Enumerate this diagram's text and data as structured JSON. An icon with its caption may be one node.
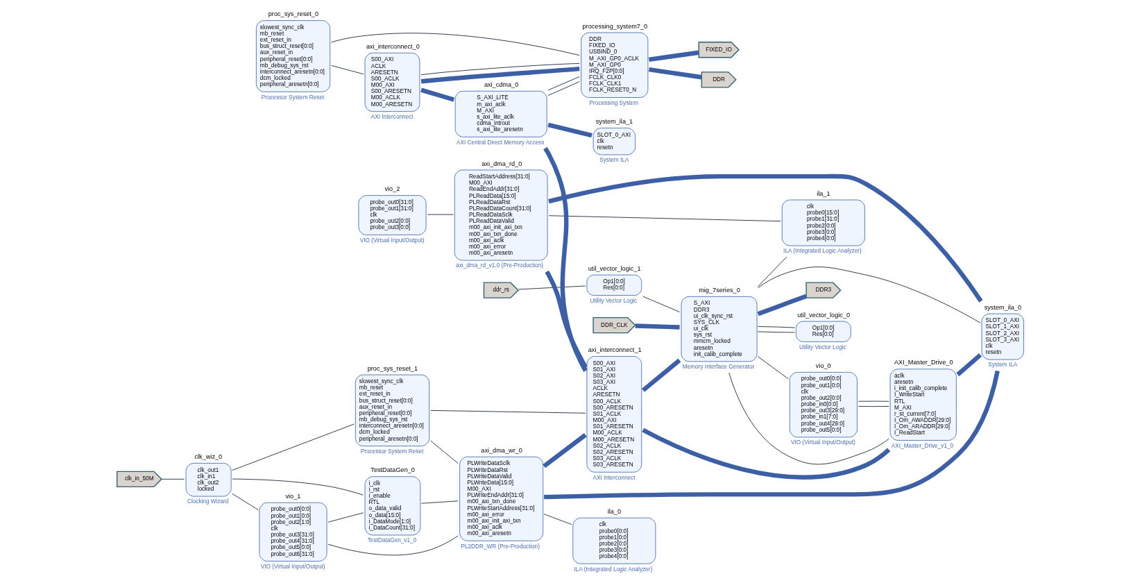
{
  "diagram": {
    "nodes": [
      {
        "text": [
          "proc_sys_reset_0",
          "slowest_sync_clk",
          "mb_reset",
          "ext_reset_in",
          "bus_struct_reset[0:0]",
          "aux_reset_in",
          "peripheral_reset[0:0]",
          "mb_debug_sys_rst",
          "interconnect_aresetn[0:0]",
          "dcm_locked",
          "peripheral_aresetn[0:0]",
          "Processor System Reset"
        ]
      },
      {
        "text": [
          "processing_system7_0",
          "DDR",
          "FIXED_IO",
          "USBIND_0",
          "M_AXI_GP0_ACLK",
          "M_AXI_GP0",
          "IRQ_F2P[0:0]",
          "FCLK_CLK0",
          "FCLK_CLK1",
          "FCLK_RESET0_N",
          "Processing System"
        ]
      },
      {
        "text": [
          "DDR_CLK"
        ]
      },
      {
        "text": [
          "clk_in_50M"
        ]
      },
      {
        "text": [
          "clk_wiz_0",
          "clk_out1",
          "clk_in1",
          "clk_out2",
          "locked",
          "Clocking Wizard"
        ]
      },
      {
        "text": [
          "ddr_rs"
        ]
      },
      {
        "text": [
          "vio_0",
          "probe_out0[0:0]",
          "probe_out1[0:0]",
          "clk",
          "probe_out2[0:0]",
          "probe_in0[0:0]",
          "probe_out3[29:0]",
          "probe_in1[7:0]",
          "probe_out4[29:0]",
          "probe_out5[0:0]",
          "VIO (Virtual Input/Output)"
        ]
      },
      {
        "text": [
          "vio_2",
          "probe_out0[31:0]",
          "probe_out1[31:0]",
          "clk",
          "probe_out2[0:0]",
          "probe_out3[0:0]",
          "VIO (Virtual Input/Output)"
        ]
      },
      {
        "text": [
          "axi_interconnect_0",
          "S00_AXI",
          "ACLK",
          "ARESETN",
          "S00_ACLK",
          "M00_AXI",
          "S00_ARESETN",
          "M00_ACLK",
          "M00_ARESETN",
          "AXI Interconnect"
        ]
      },
      {
        "text": [
          "proc_sys_reset_1",
          "slowest_sync_clk",
          "mb_reset",
          "ext_reset_in",
          "bus_struct_reset[0:0]",
          "aux_reset_in",
          "peripheral_reset[0:0]",
          "mb_debug_sys_rst",
          "interconnect_aresetn[0:0]",
          "dcm_locked",
          "peripheral_aresetn[0:0]",
          "Processor System Reset"
        ]
      },
      {
        "text": [
          "vio_1",
          "probe_out0[0:0]",
          "probe_out1[0:0]",
          "probe_out2[1:0]",
          "clk",
          "probe_out3[31:0]",
          "probe_out4[31:0]",
          "probe_out5[0:0]",
          "probe_out6[31:0]",
          "VIO (Virtual Input/Output)"
        ]
      },
      {
        "text": [
          "TestDataGen_0",
          "i_clk",
          "i_rst",
          "i_enable",
          "RTL",
          "o_data_valid",
          "o_data[15:0]",
          "i_DataMode[1:0]",
          "i_DataCount[31:0]",
          "TestDataGen_v1_0"
        ]
      },
      {
        "text": [
          "AXI_Master_Drive_0",
          "aclk",
          "aresetn",
          "i_init_calib_complete",
          "I_WriteStart",
          "RTL",
          "M_AXI",
          "r_st_current[7:0]",
          "I_Om_AWADDR[29:0]",
          "I_Om_ARADDR[29:0]",
          "I_ReadStart",
          "AXI_Master_Drive_v1_0"
        ]
      },
      {
        "text": [
          "axi_dma_rd_0",
          "ReadStartAddress[31:0]",
          "M00_AXI",
          "ReadEndAddr[31:0]",
          "PLReadData[15:0]",
          "PLReadDataRst",
          "PLReadDataCount[31:0]",
          "PLReadDataSclk",
          "PLReadDataValid",
          "m00_axi_init_axi_txn",
          "m00_axi_txn_done",
          "m00_axi_aclk",
          "m00_axi_error",
          "m00_axi_aresetn",
          "axi_dma_rd_v1.0 (Pre-Production)"
        ]
      },
      {
        "text": [
          "axi_cdma_0",
          "S_AXI_LITE",
          "m_axi_aclk",
          "M_AXI",
          "s_axi_lite_aclk",
          "cdma_introut",
          "s_axi_lite_aresetn",
          "AXI Central Direct Memory Access"
        ]
      },
      {
        "text": [
          "axi_dma_wr_0",
          "PLWriteDataSclk",
          "PLWriteDataRst",
          "PLWriteDataValid",
          "PLWriteData[15:0]",
          "M00_AXI",
          "PLWriteEndAddr[31:0]",
          "m00_axi_txn_done",
          "PLWriteStartAddress[31:0]",
          "m00_axi_error",
          "m00_axi_init_axi_txn",
          "m00_axi_aclk",
          "m00_axi_aresetn",
          "PL2DDR_WR (Pre-Production)"
        ]
      },
      {
        "text": [
          "system_ila_1",
          "SLOT_0_AXI",
          "clk",
          "resetn",
          "System ILA"
        ]
      },
      {
        "text": [
          "ila_1",
          "clk",
          "probe0[15:0]",
          "probe1[31:0]",
          "probe2[0:0]",
          "probe3[0:0]",
          "probe4[0:0]",
          "ILA (Integrated Logic Analyzer)"
        ]
      },
      {
        "text": [
          "axi_interconnect_1",
          "S00_AXI",
          "S01_AXI",
          "S02_AXI",
          "S03_AXI",
          "ACLK",
          "ARESETN",
          "S00_ACLK",
          "S00_ARESETN",
          "S01_ACLK",
          "M00_AXI",
          "S01_ARESETN",
          "M00_ACLK",
          "M00_ARESETN",
          "S02_ACLK",
          "S02_ARESETN",
          "S03_ACLK",
          "S03_ARESETN",
          "AXI Interconnect"
        ]
      },
      {
        "text": [
          "ila_0",
          "clk",
          "probe0[0:0]",
          "probe1[0:0]",
          "probe2[0:0]",
          "probe3[0:0]",
          "probe4[0:0]",
          "ILA (Integrated Logic Analyzer)"
        ]
      },
      {
        "text": [
          "util_vector_logic_1",
          "Op1[0:0]",
          "Res[0:0]",
          "Utility Vector Logic"
        ]
      },
      {
        "text": [
          "util_vector_logic_0",
          "Op1[0:0]",
          "Res[0:0]",
          "Utility Vector Logic"
        ]
      },
      {
        "text": [
          "system_ila_0",
          "SLOT_0_AXI",
          "SLOT_1_AXI",
          "SLOT_2_AXI",
          "SLOT_3_AXI",
          "clk",
          "resetn",
          "System ILA"
        ]
      },
      {
        "text": [
          "mig_7series_0",
          "S_AXI",
          "DDR3",
          "ui_clk_sync_rst",
          "SYS_CLK",
          "ui_clk",
          "sys_rst",
          "mmcm_locked",
          "aresetn",
          "init_calib_complete",
          "Memory Interface Generator"
        ]
      },
      {
        "text": [
          "DDR"
        ]
      },
      {
        "text": [
          "FIXED_IO"
        ]
      },
      {
        "text": [
          "DDR3"
        ]
      }
    ],
    "edges": [
      {
        "from": 3,
        "to": 4,
        "arrow": "none"
      },
      {
        "from": 2,
        "to": 23,
        "arrow": "none",
        "style": "thick",
        "color": "#3d5fa5"
      },
      {
        "from": 5,
        "to": 20,
        "arrow": "none"
      },
      {
        "from": 4,
        "to": 10,
        "arrow": "none"
      },
      {
        "from": 4,
        "to": 11,
        "arrow": "none"
      },
      {
        "from": 4,
        "to": 9,
        "arrow": "none"
      },
      {
        "from": 1,
        "to": 24,
        "arrow": "none",
        "style": "thick",
        "color": "#3d5fa5"
      },
      {
        "from": 1,
        "to": 25,
        "arrow": "none",
        "style": "thick",
        "color": "#3d5fa5"
      },
      {
        "from": 1,
        "to": 8,
        "arrow": "none",
        "style": "thick",
        "color": "#3d5fa5"
      },
      {
        "from": 1,
        "to": 0,
        "arrow": "none"
      },
      {
        "from": 1,
        "to": 8,
        "arrow": "none"
      },
      {
        "from": 0,
        "to": 8,
        "arrow": "none"
      },
      {
        "from": 8,
        "to": 14,
        "arrow": "none",
        "style": "thick",
        "color": "#3d5fa5"
      },
      {
        "from": 14,
        "to": 1,
        "arrow": "none"
      },
      {
        "from": 14,
        "to": 16,
        "arrow": "none",
        "style": "thick",
        "color": "#3d5fa5"
      },
      {
        "from": 14,
        "to": 18,
        "arrow": "none",
        "style": "thick",
        "color": "#3d5fa5"
      },
      {
        "from": 12,
        "to": 18,
        "arrow": "none",
        "style": "thick",
        "color": "#3d5fa5"
      },
      {
        "from": 12,
        "to": 22,
        "arrow": "none",
        "style": "thick",
        "color": "#3d5fa5"
      },
      {
        "from": 13,
        "to": 18,
        "arrow": "none",
        "style": "thick",
        "color": "#3d5fa5"
      },
      {
        "from": 13,
        "to": 22,
        "arrow": "none",
        "style": "thick",
        "color": "#3d5fa5"
      },
      {
        "from": 15,
        "to": 18,
        "arrow": "none",
        "style": "thick",
        "color": "#3d5fa5"
      },
      {
        "from": 15,
        "to": 22,
        "arrow": "none",
        "style": "thick",
        "color": "#3d5fa5"
      },
      {
        "from": 18,
        "to": 23,
        "arrow": "none",
        "style": "thick",
        "color": "#3d5fa5"
      },
      {
        "from": 23,
        "to": 26,
        "arrow": "none",
        "style": "thick",
        "color": "#3d5fa5"
      },
      {
        "from": 20,
        "to": 23,
        "arrow": "none"
      },
      {
        "from": 21,
        "to": 23,
        "arrow": "none"
      },
      {
        "from": 23,
        "to": 21,
        "arrow": "none"
      },
      {
        "from": 6,
        "to": 12,
        "arrow": "none"
      },
      {
        "from": 12,
        "to": 6,
        "arrow": "none"
      },
      {
        "from": 7,
        "to": 13,
        "arrow": "none"
      },
      {
        "from": 13,
        "to": 17,
        "arrow": "none"
      },
      {
        "from": 10,
        "to": 11,
        "arrow": "none"
      },
      {
        "from": 10,
        "to": 15,
        "arrow": "none"
      },
      {
        "from": 11,
        "to": 15,
        "arrow": "none"
      },
      {
        "from": 15,
        "to": 19,
        "arrow": "none"
      },
      {
        "from": 23,
        "to": 12,
        "arrow": "none"
      },
      {
        "from": 23,
        "to": 6,
        "arrow": "none"
      },
      {
        "from": 23,
        "to": 17,
        "arrow": "none"
      },
      {
        "from": 9,
        "to": 15,
        "arrow": "none"
      },
      {
        "from": 9,
        "to": 18,
        "arrow": "none"
      },
      {
        "from": 23,
        "to": 22,
        "arrow": "none"
      },
      {
        "from": 1,
        "to": 14,
        "arrow": "none"
      }
    ]
  }
}
